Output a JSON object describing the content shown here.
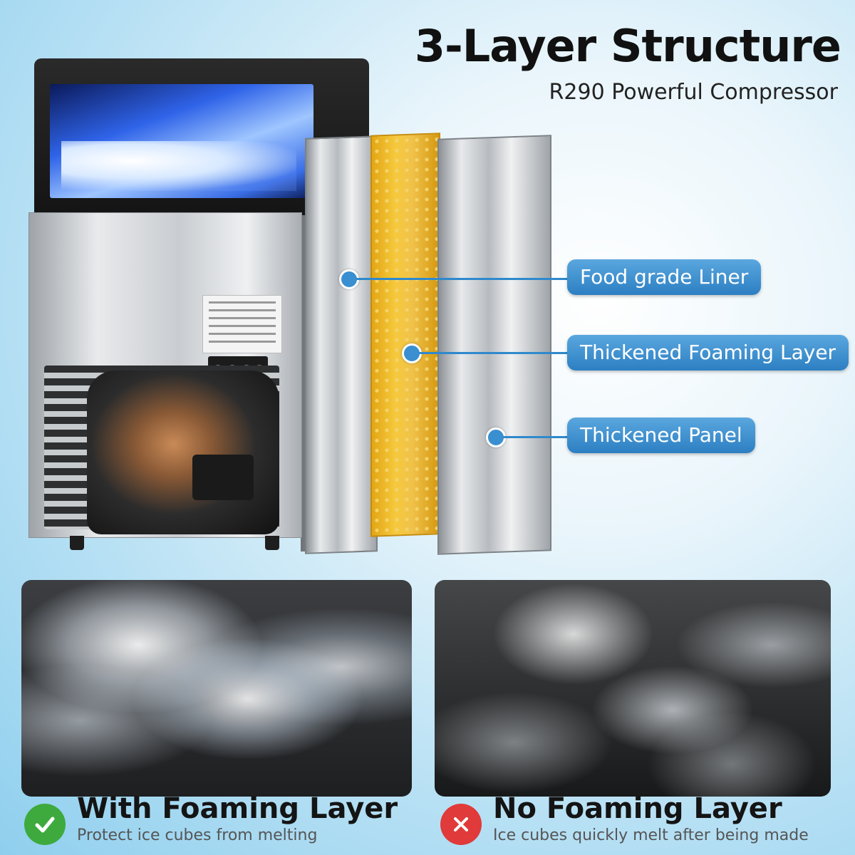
{
  "header": {
    "title": "3-Layer Structure",
    "subtitle": "R290 Powerful Compressor"
  },
  "layers": {
    "labels": [
      "Food grade Liner",
      "Thickened Foaming Layer",
      "Thickened Panel"
    ],
    "accent_color": "#2f89cc"
  },
  "comparison": {
    "with": {
      "title": "With Foaming Layer",
      "subtitle": "Protect ice cubes from melting",
      "icon": "check-icon",
      "color": "#3eaa3e"
    },
    "without": {
      "title": "No Foaming Layer",
      "subtitle": "Ice cubes quickly melt after being made",
      "icon": "close-icon",
      "color": "#e03a3a"
    }
  }
}
